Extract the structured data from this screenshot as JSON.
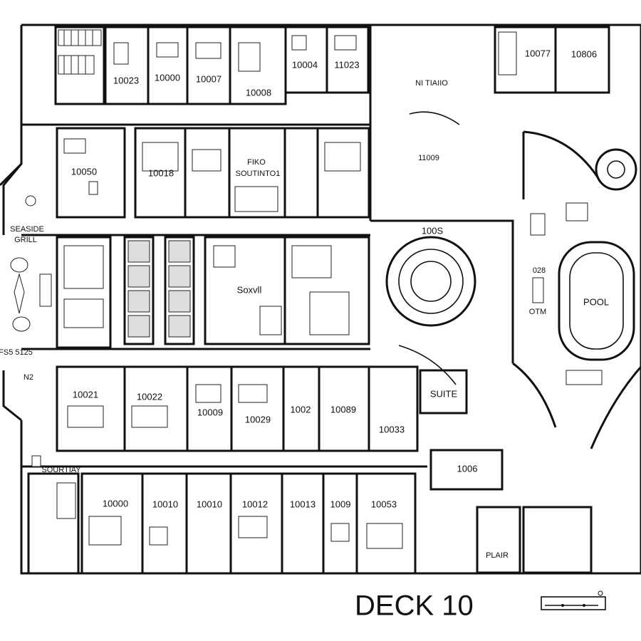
{
  "deck_title": "DECK 10",
  "areas": {
    "seaside_grill": "SEASIDE\nGRILL",
    "pool": "POOL",
    "suite": "SUITE",
    "plair": "PLAIR",
    "sourtiay": "SOURTIAY",
    "center_label": "Soxvll",
    "fiko": "FIKO\nSOUTINTO1",
    "otm": "OTM",
    "code_028": "028",
    "code_1005": "100S",
    "code_11009": "11009",
    "fs5125": "FS5 5125",
    "n2": "N2",
    "ni_small": "NI\nTIAIIO"
  },
  "rooms": [
    {
      "id": "r1",
      "label": "10023"
    },
    {
      "id": "r2",
      "label": "10000"
    },
    {
      "id": "r3",
      "label": "10007"
    },
    {
      "id": "r4",
      "label": "10004"
    },
    {
      "id": "r5",
      "label": "11023"
    },
    {
      "id": "r6",
      "label": "10008"
    },
    {
      "id": "r7",
      "label": "10077"
    },
    {
      "id": "r8",
      "label": "10806"
    },
    {
      "id": "r9",
      "label": "10050"
    },
    {
      "id": "r10",
      "label": "10018"
    },
    {
      "id": "r11",
      "label": "10021"
    },
    {
      "id": "r12",
      "label": "10022"
    },
    {
      "id": "r13",
      "label": "10009"
    },
    {
      "id": "r14",
      "label": "10029"
    },
    {
      "id": "r15",
      "label": "1002"
    },
    {
      "id": "r16",
      "label": "10089"
    },
    {
      "id": "r17",
      "label": "10033"
    },
    {
      "id": "r18",
      "label": "1006"
    },
    {
      "id": "r19",
      "label": "10000"
    },
    {
      "id": "r20",
      "label": "10010"
    },
    {
      "id": "r21",
      "label": "10010"
    },
    {
      "id": "r22",
      "label": "10012"
    },
    {
      "id": "r23",
      "label": "10013"
    },
    {
      "id": "r24",
      "label": "1009"
    },
    {
      "id": "r25",
      "label": "10053"
    }
  ]
}
